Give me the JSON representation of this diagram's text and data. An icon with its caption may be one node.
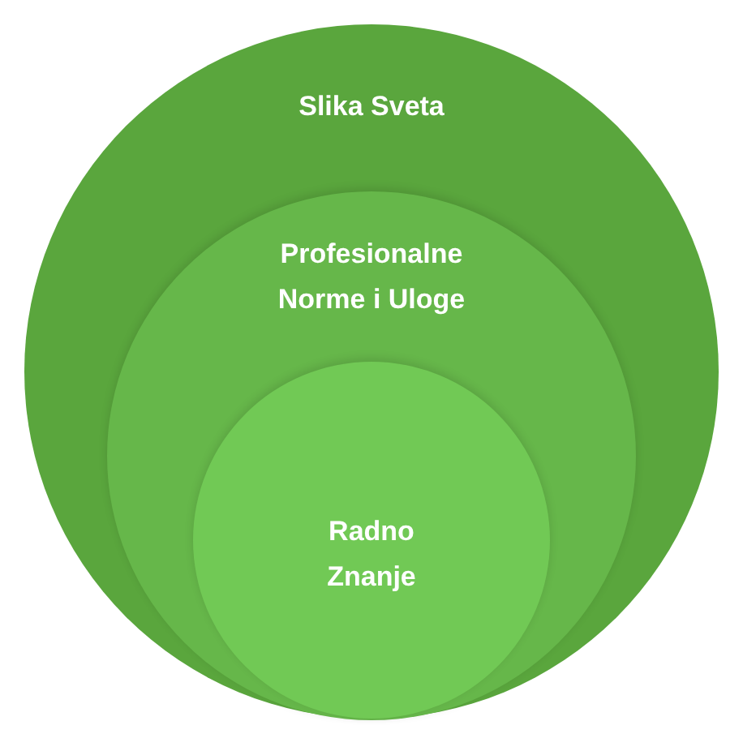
{
  "diagram": {
    "nodes": [
      {
        "text": [
          "Slika Sveta"
        ]
      },
      {
        "text": [
          "Profesionalne Norme i Uloge"
        ],
        "in": 0
      },
      {
        "text": [
          "Radno Znanje"
        ],
        "in": 1
      }
    ]
  }
}
